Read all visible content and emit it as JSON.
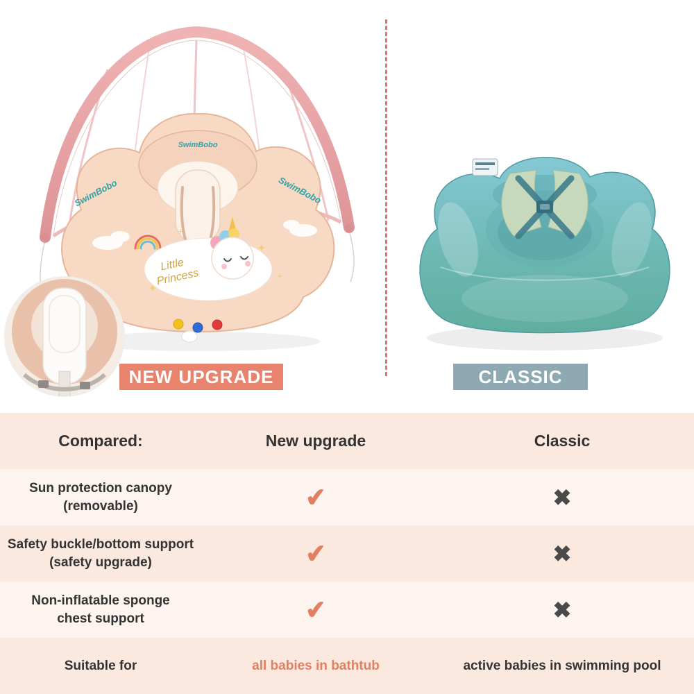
{
  "page": {
    "background": "#ffffff"
  },
  "products": {
    "new": {
      "badge": "NEW UPGRADE",
      "badge_bg": "#e8836e",
      "brand": "SwimBobo",
      "graphic_text_line1": "Little",
      "graphic_text_line2": "Princess"
    },
    "classic": {
      "badge": "CLASSIC",
      "badge_bg": "#8ea9b1"
    },
    "divider_color": "#e0756a"
  },
  "table": {
    "check_color": "#e08060",
    "cross_color": "#4a4a4a",
    "header": [
      "Compared:",
      "New upgrade",
      "Classic"
    ],
    "rows": [
      {
        "feature": "Sun protection canopy\n(removable)",
        "new_mark": "✔",
        "classic_mark": "✖"
      },
      {
        "feature": "Safety buckle/bottom support\n(safety upgrade)",
        "new_mark": "✔",
        "classic_mark": "✖"
      },
      {
        "feature": "Non-inflatable sponge\nchest support",
        "new_mark": "✔",
        "classic_mark": "✖"
      },
      {
        "feature": "Suitable for",
        "new_text": "all babies in bathtub",
        "classic_text": "active babies in swimming pool"
      }
    ]
  }
}
